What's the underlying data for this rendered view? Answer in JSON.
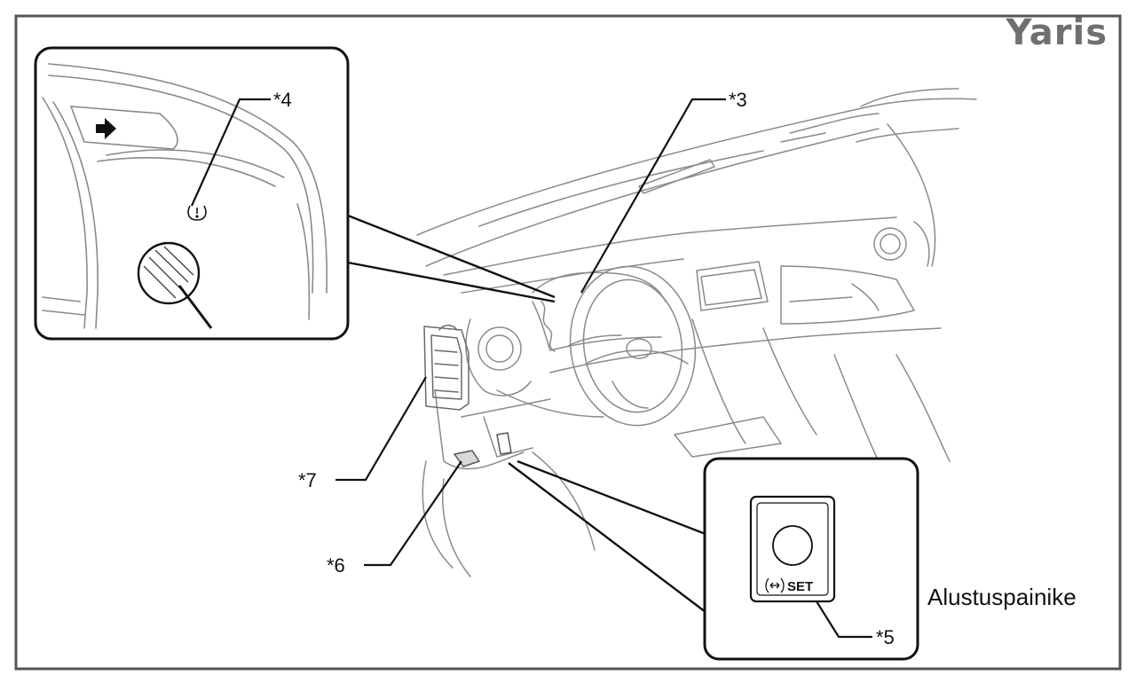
{
  "brand": "Yaris",
  "callouts": {
    "c3": "*3",
    "c4": "*4",
    "c5": "*5",
    "c6": "*6",
    "c7": "*7"
  },
  "button_text": "SET",
  "caption": "Alustuspainike",
  "colors": {
    "line": "#111111",
    "sketch": "#8a8a8a",
    "brand": "#6f6f6f",
    "frame": "#555555"
  }
}
